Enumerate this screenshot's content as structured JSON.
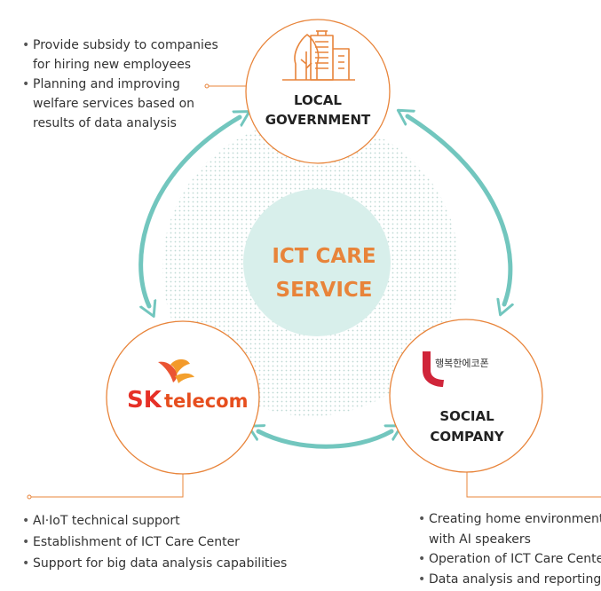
{
  "center": {
    "line1": "ICT CARE",
    "line2": "SERVICE"
  },
  "nodes": {
    "government": {
      "line1": "LOCAL",
      "line2": "GOVERNMENT"
    },
    "sk_telecom": {
      "logo_sk": "SK",
      "logo_telecom": "telecom"
    },
    "social": {
      "logo_text": "행복한에코폰",
      "line1": "SOCIAL",
      "line2": "COMPANY"
    }
  },
  "bullets": {
    "government": [
      "Provide subsidy to companies",
      "for hiring new employees",
      "Planning and improving",
      "welfare services based on",
      "results of data analysis"
    ],
    "sk_telecom": [
      "AI·IoT technical support",
      "Establishment of ICT Care Center",
      "Support for big data analysis capabilities"
    ],
    "social": [
      "Creating home environment",
      "with AI speakers",
      "Operation of ICT Care Center",
      "Data analysis and reporting"
    ]
  },
  "colors": {
    "accent_orange": "#E8843A",
    "arrow_teal": "#72C6BE",
    "center_fill": "#D8EFEB",
    "dot_pattern": "#BFD9D4",
    "text": "#333333"
  },
  "icons": [
    "city-building-icon",
    "sk-butterfly-logo-icon",
    "social-company-logo-icon"
  ]
}
